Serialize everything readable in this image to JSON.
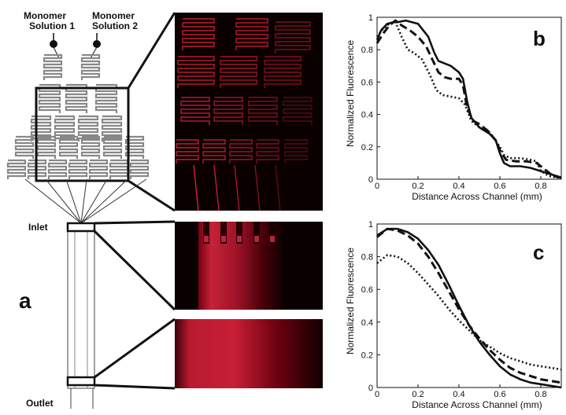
{
  "figure": {
    "panel_a": {
      "letter": "a",
      "monomer1": [
        "Monomer",
        "Solution 1"
      ],
      "monomer2": [
        "Monomer",
        "Solution 2"
      ],
      "inlet": "Inlet",
      "outlet": "Outlet"
    },
    "colors": {
      "fluorescence_red": "#c8102e",
      "background_dark": "#0a0000",
      "line": "#111111"
    }
  },
  "chart_data": [
    {
      "type": "line",
      "panel": "b",
      "ylabel": "Normalized Fluorescence",
      "xlabel": "Distance Across Channel (mm)",
      "xlim": [
        0,
        0.9
      ],
      "ylim": [
        0,
        1
      ],
      "xticks": [
        "0",
        "0.2",
        "0.4",
        "0.6",
        "0.8"
      ],
      "yticks": [
        "0",
        "0.2",
        "0.4",
        "0.6",
        "0.8",
        "1"
      ],
      "series": [
        {
          "style": "solid",
          "x": [
            0,
            0.02,
            0.05,
            0.08,
            0.1,
            0.14,
            0.2,
            0.25,
            0.28,
            0.3,
            0.32,
            0.36,
            0.4,
            0.42,
            0.44,
            0.46,
            0.5,
            0.55,
            0.58,
            0.6,
            0.62,
            0.65,
            0.7,
            0.75,
            0.8,
            0.85,
            0.9
          ],
          "y": [
            0.86,
            0.92,
            0.96,
            0.97,
            0.97,
            0.98,
            0.96,
            0.88,
            0.78,
            0.73,
            0.72,
            0.7,
            0.66,
            0.62,
            0.48,
            0.38,
            0.32,
            0.28,
            0.24,
            0.16,
            0.1,
            0.08,
            0.08,
            0.07,
            0.05,
            0.03,
            0.01
          ]
        },
        {
          "style": "dashed",
          "x": [
            0,
            0.03,
            0.06,
            0.09,
            0.12,
            0.16,
            0.2,
            0.24,
            0.27,
            0.3,
            0.33,
            0.36,
            0.4,
            0.42,
            0.44,
            0.47,
            0.5,
            0.54,
            0.58,
            0.6,
            0.63,
            0.68,
            0.73,
            0.78,
            0.82,
            0.86,
            0.9
          ],
          "y": [
            0.84,
            0.9,
            0.95,
            0.98,
            0.95,
            0.92,
            0.88,
            0.82,
            0.74,
            0.66,
            0.63,
            0.62,
            0.62,
            0.58,
            0.44,
            0.36,
            0.34,
            0.3,
            0.24,
            0.18,
            0.12,
            0.11,
            0.11,
            0.1,
            0.06,
            0.02,
            0.01
          ]
        },
        {
          "style": "dotted",
          "x": [
            0,
            0.03,
            0.06,
            0.09,
            0.12,
            0.15,
            0.18,
            0.22,
            0.26,
            0.29,
            0.32,
            0.36,
            0.4,
            0.43,
            0.46,
            0.5,
            0.55,
            0.6,
            0.62,
            0.65,
            0.7,
            0.75,
            0.78,
            0.8,
            0.84,
            0.88,
            0.9
          ],
          "y": [
            0.88,
            0.93,
            0.96,
            0.97,
            0.88,
            0.8,
            0.78,
            0.74,
            0.64,
            0.55,
            0.52,
            0.51,
            0.5,
            0.46,
            0.36,
            0.32,
            0.29,
            0.2,
            0.15,
            0.13,
            0.13,
            0.12,
            0.11,
            0.05,
            0.02,
            0.01,
            0.01
          ]
        }
      ]
    },
    {
      "type": "line",
      "panel": "c",
      "ylabel": "Normalized Fluorescence",
      "xlabel": "Distance Across Channel (mm)",
      "xlim": [
        0,
        0.9
      ],
      "ylim": [
        0,
        1
      ],
      "xticks": [
        "0",
        "0.2",
        "0.4",
        "0.6",
        "0.8"
      ],
      "yticks": [
        "0",
        "0.2",
        "0.4",
        "0.6",
        "0.8",
        "1"
      ],
      "series": [
        {
          "style": "solid",
          "x": [
            0,
            0.05,
            0.1,
            0.15,
            0.2,
            0.25,
            0.3,
            0.35,
            0.4,
            0.45,
            0.5,
            0.55,
            0.6,
            0.65,
            0.7,
            0.75,
            0.8,
            0.85,
            0.9
          ],
          "y": [
            0.93,
            0.97,
            0.97,
            0.95,
            0.91,
            0.84,
            0.75,
            0.63,
            0.5,
            0.38,
            0.28,
            0.2,
            0.13,
            0.08,
            0.05,
            0.03,
            0.02,
            0.01,
            0.0
          ]
        },
        {
          "style": "dashed",
          "x": [
            0,
            0.05,
            0.1,
            0.15,
            0.2,
            0.25,
            0.3,
            0.35,
            0.4,
            0.45,
            0.5,
            0.55,
            0.6,
            0.65,
            0.7,
            0.75,
            0.8,
            0.85,
            0.9
          ],
          "y": [
            0.92,
            0.97,
            0.96,
            0.93,
            0.88,
            0.8,
            0.7,
            0.59,
            0.48,
            0.38,
            0.3,
            0.23,
            0.17,
            0.12,
            0.09,
            0.07,
            0.05,
            0.04,
            0.03
          ]
        },
        {
          "style": "dotted",
          "x": [
            0,
            0.05,
            0.1,
            0.15,
            0.2,
            0.25,
            0.3,
            0.35,
            0.4,
            0.45,
            0.5,
            0.55,
            0.6,
            0.65,
            0.7,
            0.75,
            0.8,
            0.85,
            0.9
          ],
          "y": [
            0.76,
            0.81,
            0.8,
            0.76,
            0.7,
            0.63,
            0.56,
            0.48,
            0.41,
            0.35,
            0.29,
            0.25,
            0.21,
            0.18,
            0.16,
            0.14,
            0.13,
            0.12,
            0.11
          ]
        }
      ]
    }
  ],
  "panel_b_letter": "b",
  "panel_c_letter": "c"
}
